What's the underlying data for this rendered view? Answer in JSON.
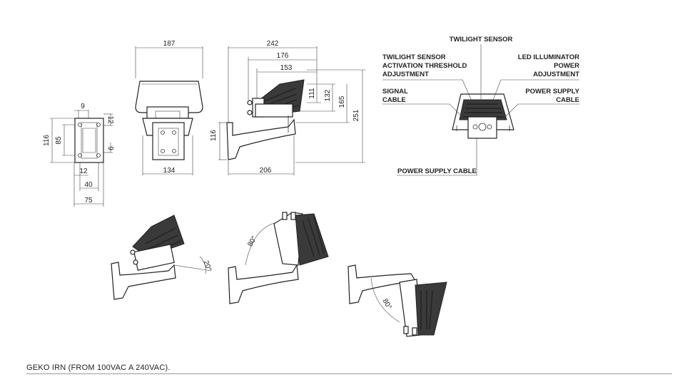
{
  "front_view": {
    "width_top": "187",
    "width_bottom": "134"
  },
  "side_view": {
    "total_depth": "242",
    "depth_176": "176",
    "depth_153": "153",
    "height_111": "111",
    "height_132": "132",
    "height_165": "165",
    "height_251": "251",
    "bracket_height": "116",
    "bracket_depth": "206"
  },
  "plate_view": {
    "dim_9_top": "9",
    "dim_12_right": "12",
    "dim_116": "116",
    "dim_85": "85",
    "dim_9_right": "9",
    "dim_12_bottom": "12",
    "dim_40": "40",
    "dim_75": "75"
  },
  "tilt_views": {
    "angle_down": "20°",
    "angle_up": "80°",
    "angle_up2": "80°"
  },
  "callouts": {
    "twilight_sensor": "TWILIGHT SENSOR",
    "threshold_line1": "TWILIGHT SENSOR",
    "threshold_line2": "ACTIVATION THRESHOLD",
    "threshold_line3": "ADJUSTMENT",
    "led_line1": "LED ILLUMINATOR",
    "led_line2": "POWER",
    "led_line3": "ADJUSTMENT",
    "signal_line1": "SIGNAL",
    "signal_line2": "CABLE",
    "power_line1": "POWER SUPPLY",
    "power_line2": "CABLE",
    "power_supply_cable": "POWER SUPPLY CABLE"
  },
  "caption": "GEKO IRN (FROM 100VAC A 240VAC)."
}
